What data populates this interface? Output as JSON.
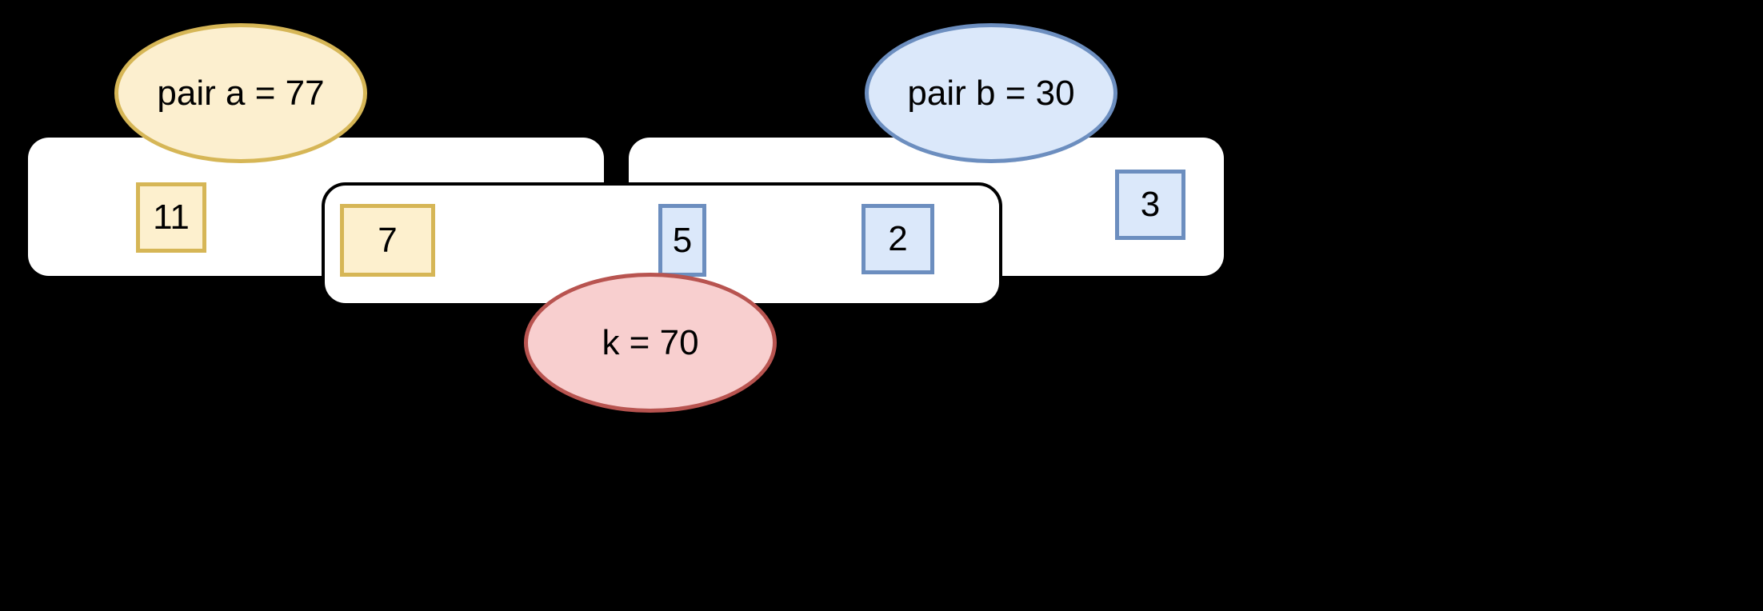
{
  "diagram": {
    "background_color": "#000000",
    "containers": [
      {
        "name": "left-array-container",
        "fill": "#ffffff"
      },
      {
        "name": "right-array-container",
        "fill": "#ffffff"
      },
      {
        "name": "middle-window-container",
        "fill": "#ffffff",
        "stroke": "#000000"
      }
    ],
    "boxes": [
      {
        "id": "box-11",
        "value": "11",
        "color": "yellow",
        "fill": "#fdf0ce",
        "stroke": "#d6b656"
      },
      {
        "id": "box-7",
        "value": "7",
        "color": "yellow",
        "fill": "#fdf0ce",
        "stroke": "#d6b656"
      },
      {
        "id": "box-5",
        "value": "5",
        "color": "blue",
        "fill": "#dbe8fa",
        "stroke": "#6c8ebf"
      },
      {
        "id": "box-2",
        "value": "2",
        "color": "blue",
        "fill": "#dbe8fa",
        "stroke": "#6c8ebf"
      },
      {
        "id": "box-3",
        "value": "3",
        "color": "blue",
        "fill": "#dbe8fa",
        "stroke": "#6c8ebf"
      }
    ],
    "labels": [
      {
        "id": "label-pair-a",
        "text": "pair a = 77",
        "color": "yellow",
        "fill": "#fcefcf",
        "stroke": "#d6b656"
      },
      {
        "id": "label-pair-b",
        "text": "pair b = 30",
        "color": "blue",
        "fill": "#dbe8fa",
        "stroke": "#6c8ebf"
      },
      {
        "id": "label-k",
        "text": "k = 70",
        "color": "pink",
        "fill": "#f8cfcf",
        "stroke": "#b85450"
      }
    ]
  }
}
